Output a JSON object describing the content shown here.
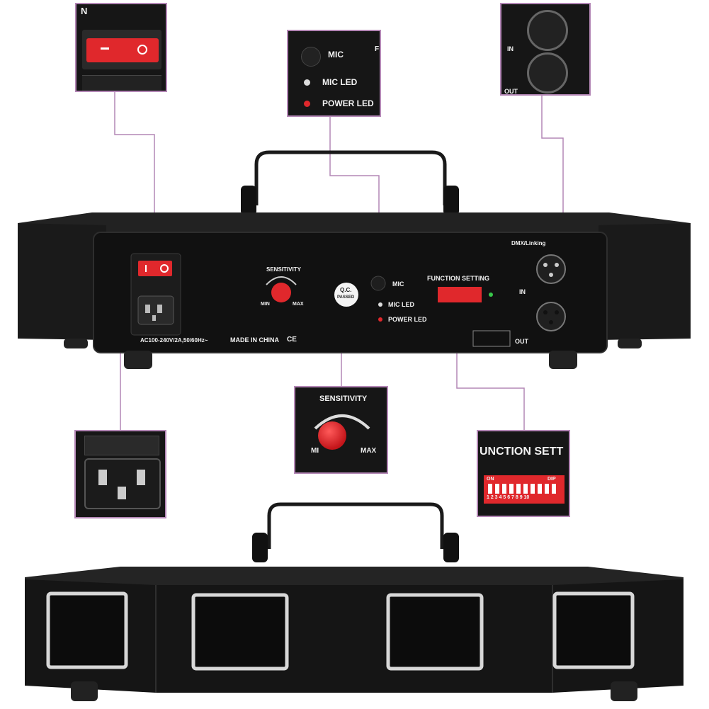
{
  "inset_power_switch": {
    "label": "N"
  },
  "inset_mic": {
    "mic": "MIC",
    "mic_led": "MIC LED",
    "power_led": "POWER LED",
    "side_letter": "F"
  },
  "inset_dmx": {
    "in": "IN",
    "out": "OUT"
  },
  "inset_sensitivity": {
    "title": "SENSITIVITY",
    "min": "MI",
    "max": "MAX"
  },
  "inset_function": {
    "title": "UNCTION SETT",
    "on": "ON",
    "dip": "DIP",
    "numbers": "1 2 3 4 5 6 7 8 9 10"
  },
  "panel": {
    "sensitivity": "SENSITIVITY",
    "min": "MIN",
    "max": "MAX",
    "qc": "Q.C.",
    "passed": "PASSED",
    "mic": "MIC",
    "mic_led": "MIC LED",
    "power_led": "POWER LED",
    "function_setting": "FUNCTION SETTING",
    "dmx_linking": "DMX/Linking",
    "in": "IN",
    "out": "OUT",
    "rating": "AC100-240V/2A,50/60Hz~",
    "made_in": "MADE IN CHINA",
    "ce": "CE"
  },
  "colors": {
    "callout_line": "#b487b6",
    "accent_red": "#e0282c",
    "body_black": "#161616"
  }
}
